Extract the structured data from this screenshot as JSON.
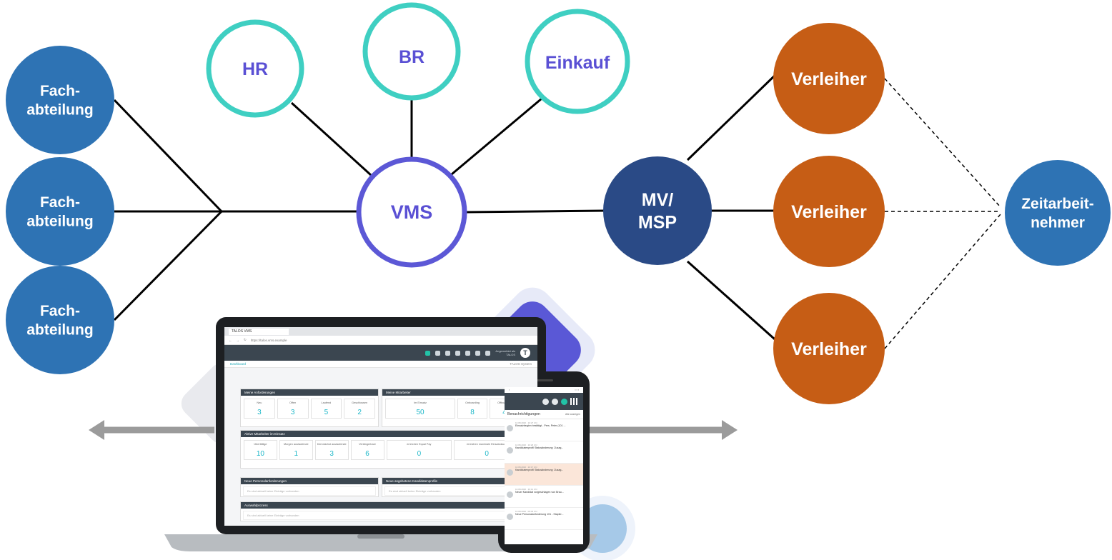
{
  "diagram": {
    "center": "VMS",
    "departments": [
      "Fach-\nabteilung",
      "Fach-\nabteilung",
      "Fach-\nabteilung"
    ],
    "stakeholders": [
      "HR",
      "BR",
      "Einkauf"
    ],
    "msp": "MV/\nMSP",
    "suppliers": [
      "Verleiher",
      "Verleiher",
      "Verleiher"
    ],
    "worker": "Zeitarbeit-\nnehmer",
    "colors": {
      "department": "#2e73b4",
      "stakeholder_ring": "#3fcfc2",
      "stakeholder_text": "#5a50d4",
      "vms_ring": "#5c58d6",
      "vms_text": "#5a50d4",
      "msp": "#2a4a86",
      "supplier": "#c65d15",
      "worker": "#2e73b4",
      "arrow": "#9b9b9b",
      "accent_square": "#5a58d6",
      "accent_circle": "#a6c9e8"
    }
  },
  "laptop_screen": {
    "tab_title": "TALOS VMS",
    "url": "https://talos.vms.example",
    "avatar_letter": "T",
    "role_line1": "Angemeldet als",
    "role_line2": "TALOS",
    "breadcrumb": "Dashboard",
    "system_label": "TALOS System",
    "panels": {
      "anforderungen": {
        "title": "Meine Anforderungen",
        "cells": [
          {
            "label": "Neu",
            "value": "3"
          },
          {
            "label": "Offen",
            "value": "3"
          },
          {
            "label": "Laufend",
            "value": "5"
          },
          {
            "label": "Geschlossen",
            "value": "2"
          }
        ]
      },
      "mitarbeiter": {
        "title": "Meine Mitarbeiter",
        "cells": [
          {
            "label": "Im Einsatz",
            "value": "50"
          },
          {
            "label": "Onboarding",
            "value": "8"
          },
          {
            "label": "Offboarding",
            "value": "4"
          }
        ]
      },
      "aktive": {
        "title": "Aktive Mitarbeiter im Einsatz",
        "cells": [
          {
            "label": "Überfällige",
            "value": "10"
          },
          {
            "label": "Morgen auslaufende",
            "value": "1"
          },
          {
            "label": "Demnächst auslaufende",
            "value": "3"
          },
          {
            "label": "Verlängerbare",
            "value": "6"
          },
          {
            "label": "erreichen Equal Pay",
            "value": "0"
          },
          {
            "label": "erreichen maximale Einsatzdauer",
            "value": "0"
          }
        ]
      },
      "neue_anforderungen": {
        "title": "Neue Personalanforderungen",
        "empty": "Es sind aktuell keine Einträge vorhanden"
      },
      "neue_profile": {
        "title": "Neue angebotene Kandidatenprofile",
        "empty": "Es sind aktuell keine Einträge vorhanden"
      },
      "auswahl": {
        "title": "Auswahlprozess",
        "empty": "Es sind aktuell keine Einträge vorhanden"
      }
    }
  },
  "phone_screen": {
    "title": "Benachrichtigungen",
    "all_label": "Alle anzeigen",
    "items": [
      {
        "meta": "10.08.2020 · 10:27 Uhr",
        "text": "Einsatzbeginn bestätigt - Pers. Peter (101 ..."
      },
      {
        "meta": "10.08.2020 · 10:26 Uhr",
        "text": "Kandidatenprofil Statusänderung: Zusag..."
      },
      {
        "meta": "10.08.2020 · 10:17 Uhr",
        "text": "Kandidatenprofil Statusänderung: Zusag..."
      },
      {
        "meta": "10.08.2020 · 10:14 Uhr",
        "text": "Neuer Kandidat vorgeschlagen von Brau..."
      },
      {
        "meta": "10.08.2020 · 09:46 Uhr",
        "text": "Neue Personalanforderung 101 - Stapler..."
      }
    ]
  }
}
